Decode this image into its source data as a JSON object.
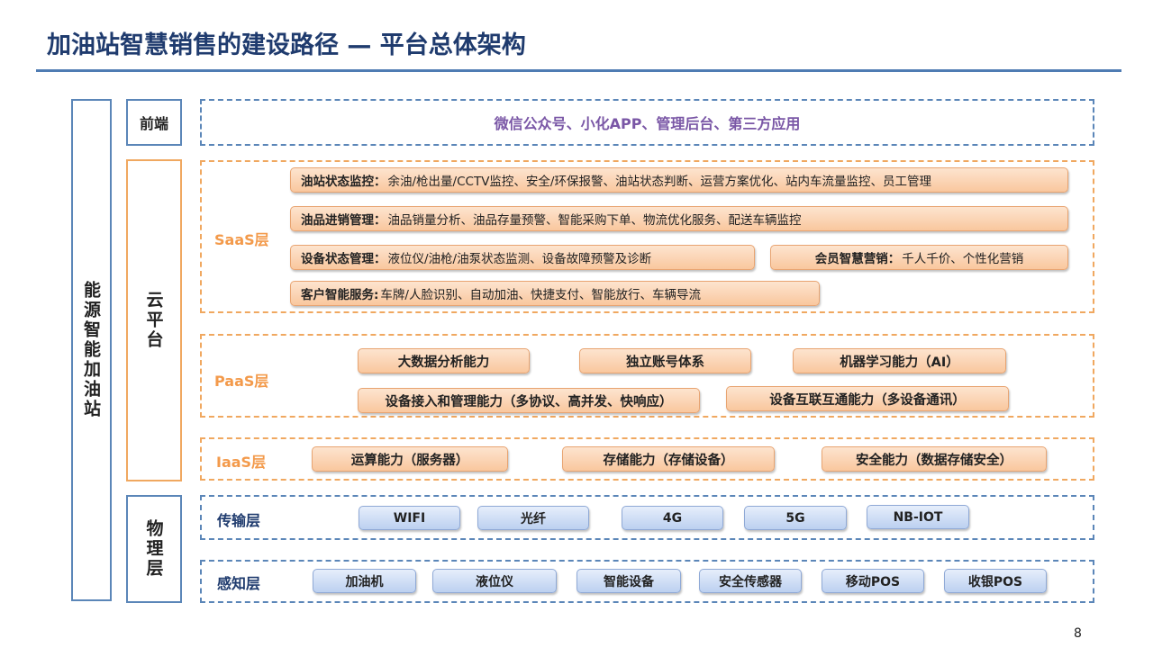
{
  "title": "加油站智慧销售的建设路径 — 平台总体架构",
  "side_label": "能源智能加油站",
  "frontend": {
    "label": "前端",
    "text": "微信公众号、小化APP、管理后台、第三方应用"
  },
  "cloud_label": "云平台",
  "physical_label": "物理层",
  "saas": {
    "label": "SaaS层",
    "items": [
      {
        "name": "油站状态监控：",
        "desc": "余油/枪出量/CCTV监控、安全/环保报警、油站状态判断、运营方案优化、站内车流量监控、员工管理"
      },
      {
        "name": "油品进销管理：",
        "desc": "油品销量分析、油品存量预警、智能采购下单、物流优化服务、配送车辆监控"
      },
      {
        "name": "设备状态管理：",
        "desc": "液位仪/油枪/油泵状态监测、设备故障预警及诊断"
      },
      {
        "name": "会员智慧营销：",
        "desc": "千人千价、个性化营销"
      },
      {
        "name": "客户智能服务:",
        "desc": "车牌/人脸识别、自动加油、快捷支付、智能放行、车辆导流"
      }
    ]
  },
  "paas": {
    "label": "PaaS层",
    "items": [
      "大数据分析能力",
      "独立账号体系",
      "机器学习能力（AI）",
      "设备接入和管理能力（多协议、高并发、快响应）",
      "设备互联互通能力（多设备通讯）"
    ]
  },
  "iaas": {
    "label": "IaaS层",
    "items": [
      "运算能力（服务器）",
      "存储能力（存储设备）",
      "安全能力（数据存储安全）"
    ]
  },
  "transport": {
    "label": "传输层",
    "items": [
      "WIFI",
      "光纤",
      "4G",
      "5G",
      "NB-IOT"
    ]
  },
  "sensing": {
    "label": "感知层",
    "items": [
      "加油机",
      "液位仪",
      "智能设备",
      "安全传感器",
      "移动POS",
      "收银POS"
    ]
  },
  "page_number": "8",
  "colors": {
    "title": "#1f3b6e",
    "blue_border": "#5b86b8",
    "orange_border": "#f0a860",
    "frontend_text": "#7a57a6",
    "layer_label_orange": "#f39a4b"
  }
}
